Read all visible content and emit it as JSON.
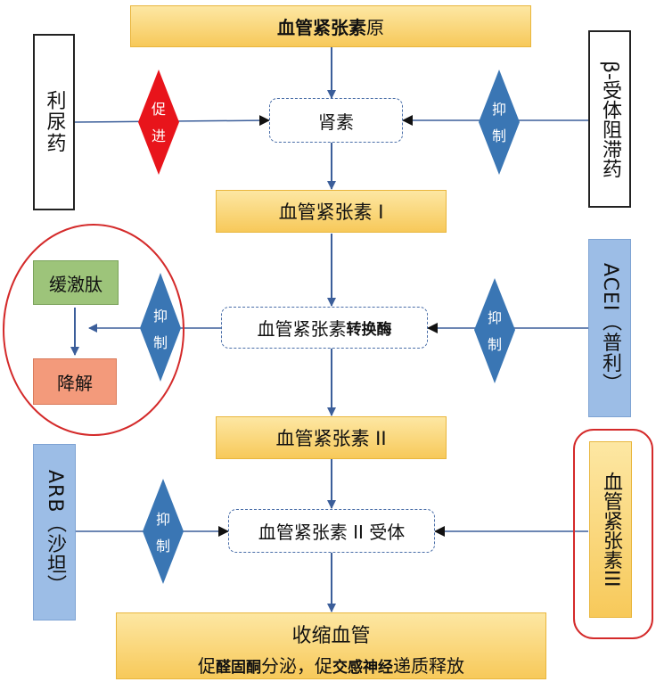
{
  "top_box": {
    "part_bold": "血管紧张素",
    "part_normal": "原"
  },
  "renin": "肾素",
  "ang1": "血管紧张素 I",
  "ace": {
    "part_normal": "血管紧张素",
    "part_bold": "转换酶"
  },
  "ang2": "血管紧张素 II",
  "receptor": "血管紧张素 II 受体",
  "bottom": {
    "line1": "收缩血管",
    "line2": {
      "a": "促",
      "b": "醛固酮",
      "c": "分泌，促",
      "d": "交感神经",
      "e": "递质释放"
    }
  },
  "diuretic": "利尿药",
  "beta_blocker": "β-受体阻滞药",
  "bradykinin": "缓激肽",
  "degrade": "降解",
  "acei": "ACEI（普利）",
  "arb": "ARB（沙坦）",
  "ang3": "血管紧张素III",
  "diamond_promote": {
    "top": "促",
    "bottom": "进"
  },
  "diamond_inhibit": {
    "top": "抑",
    "bottom": "制"
  },
  "colors": {
    "yellow": "#f7c95a",
    "arrow": "#3b5e9a",
    "diamond_blue": "#3a76b4",
    "diamond_red": "#e8141b",
    "highlight_circle": "#d42a2a",
    "blue_box": "#9cbde6",
    "green_box": "#9dc47a",
    "salmon_box": "#f39a7b"
  }
}
